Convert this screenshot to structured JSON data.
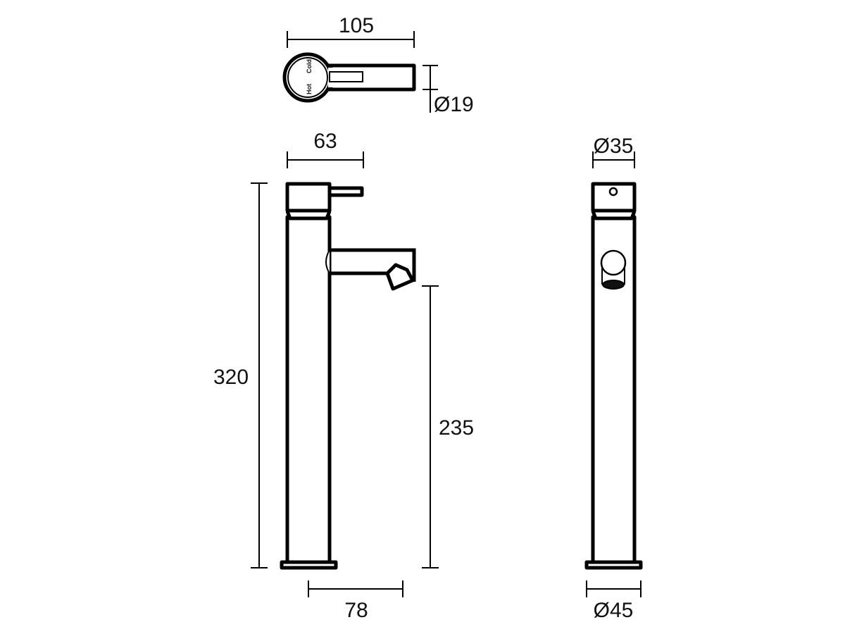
{
  "drawing": {
    "subject": "Tall basin mixer tap dimension drawing",
    "units": "mm",
    "views": {
      "top": {
        "labels": {
          "hot": "Hot",
          "cold": "Cold"
        },
        "dimensions": {
          "handle_length": "105",
          "handle_diameter": "Ø19"
        }
      },
      "front": {
        "dimensions": {
          "top_width": "63",
          "overall_height": "320",
          "spout_height": "235",
          "spout_reach": "78"
        }
      },
      "side": {
        "dimensions": {
          "body_diameter": "Ø35",
          "base_diameter": "Ø45"
        }
      }
    }
  }
}
